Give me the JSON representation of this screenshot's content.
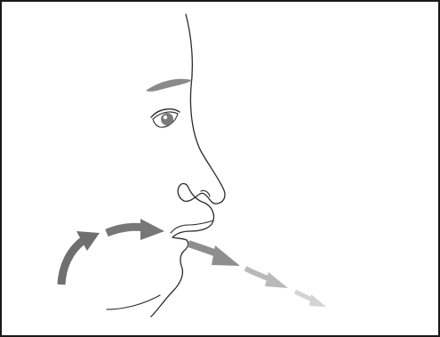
{
  "colors": {
    "border": "#1a1a1a",
    "profile_line": "#2b2b2b",
    "eyebrow": "#8a8a8a",
    "iris": "#7a7a7a",
    "arrow_dark": "#707070",
    "arrow_mid": "#8e8e8e",
    "arrow_light": "#b8b8b8",
    "arrow_faint": "#d2d2d2"
  },
  "icons": {
    "profile": "face-profile-outline",
    "eye": "eye-icon",
    "eyebrow": "eyebrow-stroke",
    "airflow": "curved-arrow"
  }
}
